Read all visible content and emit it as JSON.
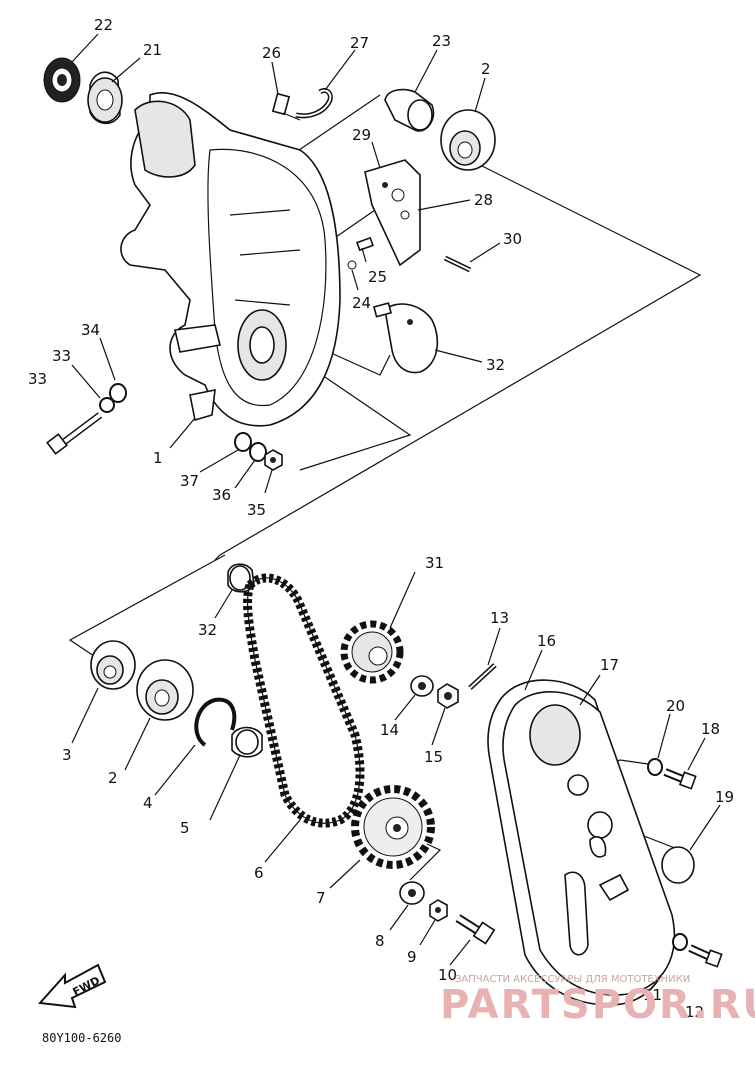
{
  "diagram": {
    "ref_code": "80Y100-6260",
    "direction_label": "FWD",
    "watermark_small": "ЗАПЧАСТИ АКСЕССУАРЫ ДЛЯ МОТОТЕХНИКИ",
    "watermark_big": "PARTSPOR.RU",
    "callouts": [
      "1",
      "2",
      "2",
      "3",
      "4",
      "5",
      "6",
      "7",
      "8",
      "9",
      "10",
      "11",
      "12",
      "13",
      "14",
      "15",
      "16",
      "17",
      "18",
      "19",
      "20",
      "21",
      "22",
      "23",
      "24",
      "25",
      "26",
      "27",
      "28",
      "29",
      "30",
      "31",
      "32",
      "32",
      "33",
      "33",
      "34",
      "35",
      "36",
      "37"
    ]
  }
}
